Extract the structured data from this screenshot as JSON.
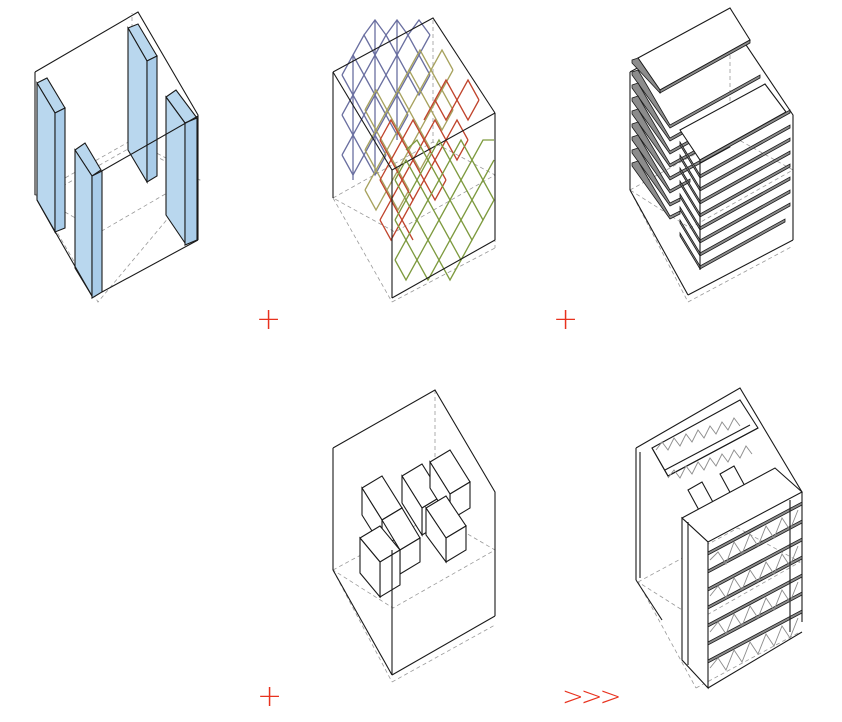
{
  "diagram": {
    "type": "architectural-axonometric-assembly",
    "description": "Five isometric building component diagrams combined with plus operators into a final assembled building",
    "colors": {
      "operator": "#e8321e",
      "wall_fill": "#b9d7ee",
      "edge": "#1a1a1a",
      "hidden_edge": "#9a9a9a",
      "mesh_blue": "#6a6fa0",
      "mesh_olive": "#a7a25e",
      "mesh_red": "#c0442c",
      "mesh_green": "#7d9a3e"
    },
    "panels": [
      {
        "id": "core-walls",
        "label": "Structural wall slabs (blue)",
        "position": "row-1-col-1"
      },
      {
        "id": "diagonal-grid",
        "label": "Diagonal grid / lattice mesh (multi-colored)",
        "position": "row-1-col-2"
      },
      {
        "id": "floor-slabs",
        "label": "Stacked floor plates",
        "position": "row-1-col-3"
      },
      {
        "id": "box-modules",
        "label": "Hollow box modules",
        "position": "row-2-col-2"
      },
      {
        "id": "assembled-building",
        "label": "Combined result",
        "position": "row-2-col-3"
      }
    ],
    "operators": [
      {
        "id": "plus-1",
        "symbol": "+"
      },
      {
        "id": "plus-2",
        "symbol": "+"
      },
      {
        "id": "plus-3",
        "symbol": "+"
      },
      {
        "id": "result-arrow",
        "symbol": ">>>"
      }
    ]
  }
}
